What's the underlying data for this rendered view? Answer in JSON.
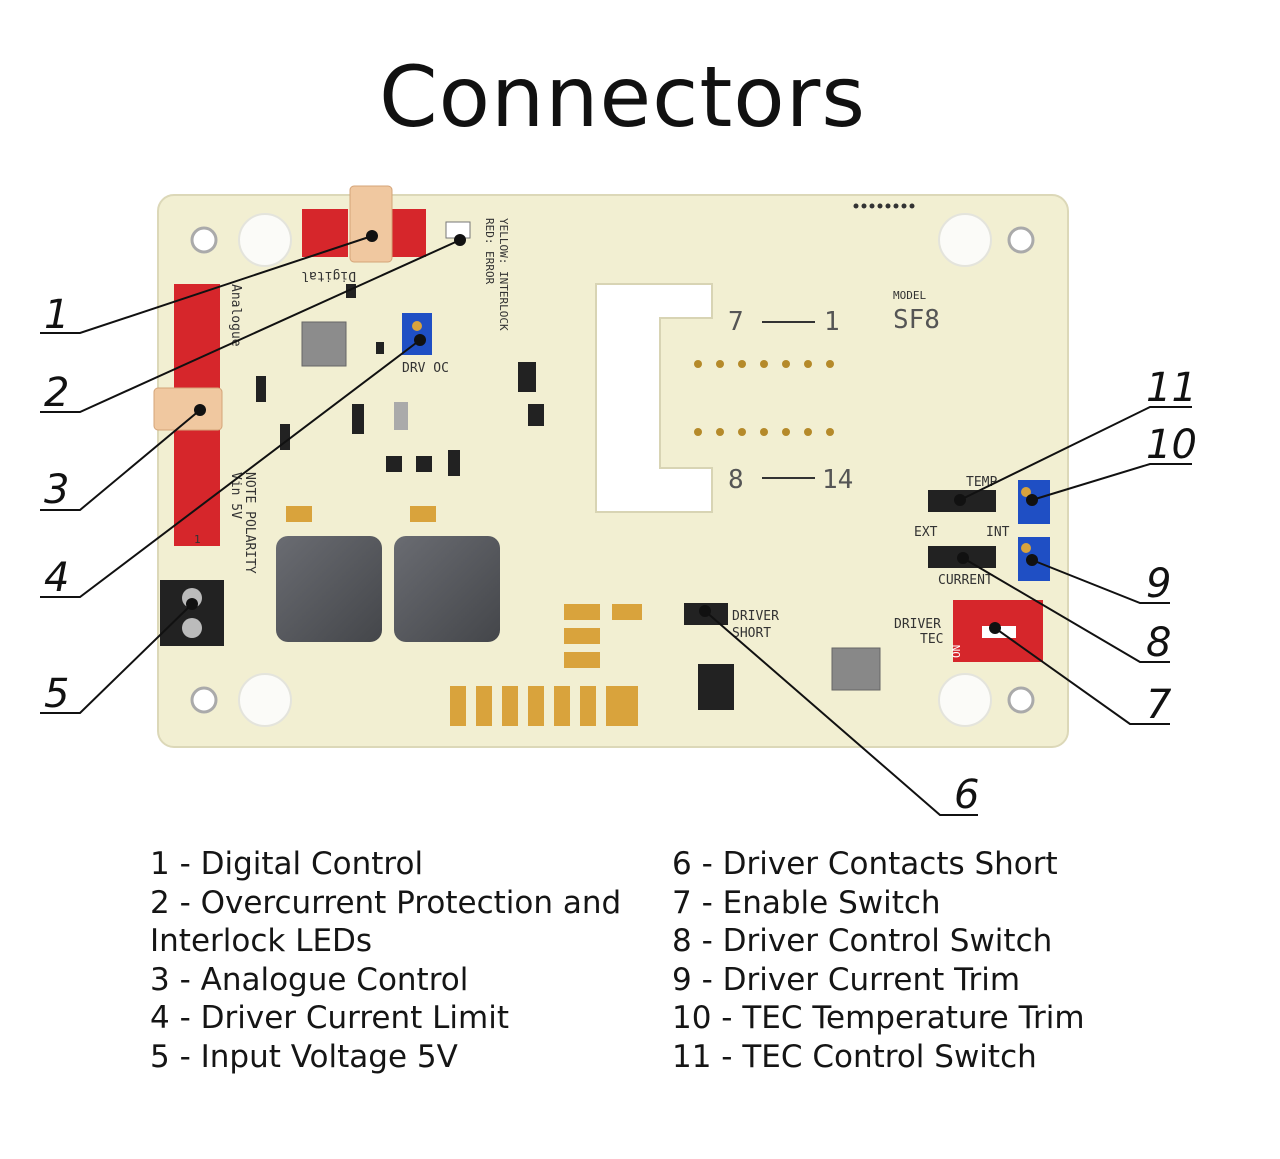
{
  "title": "Connectors",
  "board": {
    "model_small": "MODEL",
    "model": "SF8",
    "labels": {
      "digital": "Digital",
      "analogue": "Analogue",
      "yellow_interlock": "YELLOW: INTERLOCK",
      "red_error": "RED: ERROR",
      "drv_oc": "DRV OC",
      "note_polarity": "NOTE POLARITY",
      "vin": "Vin 5V",
      "temp": "TEMP",
      "ext": "EXT",
      "int": "INT",
      "current": "CURRENT",
      "driver_short_1": "DRIVER",
      "driver_short_2": "SHORT",
      "driver_tec_1": "DRIVER",
      "driver_tec_2": "TEC",
      "on": "ON",
      "pin_7": "7",
      "pin_1": "1",
      "pin_8": "8",
      "pin_14": "14",
      "pin_one": "1"
    }
  },
  "callouts": [
    "1",
    "2",
    "3",
    "4",
    "5",
    "6",
    "7",
    "8",
    "9",
    "10",
    "11"
  ],
  "legend_left": [
    "1 - Digital Control",
    "2 - Overcurrent Protection and",
    "Interlock LEDs",
    "3 - Analogue Control",
    "4 - Driver Current Limit",
    "5 - Input Voltage 5V"
  ],
  "legend_right": [
    "6 - Driver Contacts Short",
    "7 - Enable Switch",
    "8 - Driver Control Switch",
    "9 - Driver Current Trim",
    "10 - TEC Temperature Trim",
    "11 - TEC Control Switch"
  ],
  "colors": {
    "pcb": "#f2efd2",
    "pad": "#d9a33c",
    "connector_red": "#d6262b",
    "trimmer_blue": "#1f4fc4",
    "inductor": "#55575c"
  }
}
